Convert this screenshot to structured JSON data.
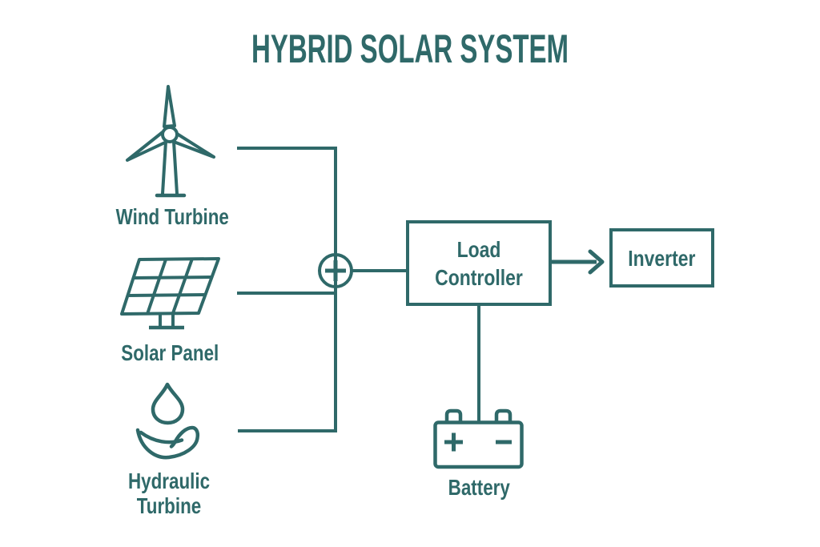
{
  "title": "HYBRID SOLAR SYSTEM",
  "colors": {
    "ink": "#2f6969",
    "background": "#ffffff"
  },
  "diagram": {
    "sources": [
      {
        "id": "wind",
        "label": "Wind Turbine",
        "icon": "wind-turbine-icon"
      },
      {
        "id": "solar",
        "label": "Solar Panel",
        "icon": "solar-panel-icon"
      },
      {
        "id": "hydraulic",
        "label": "Hydraulic Turbine",
        "icon": "water-drop-hand-icon"
      }
    ],
    "junction": {
      "symbol": "+",
      "icon": "plus-junction-icon"
    },
    "load_controller": {
      "label": "Load Controller"
    },
    "inverter": {
      "label": "Inverter"
    },
    "battery": {
      "label": "Battery",
      "positive_terminal": "+",
      "negative_terminal": "−",
      "icon": "battery-icon"
    },
    "connections": [
      {
        "from": "wind-turbine",
        "to": "plus-junction"
      },
      {
        "from": "solar-panel",
        "to": "plus-junction"
      },
      {
        "from": "hydraulic-turbine",
        "to": "plus-junction"
      },
      {
        "from": "plus-junction",
        "to": "load-controller"
      },
      {
        "from": "load-controller",
        "to": "inverter",
        "style": "arrow"
      },
      {
        "from": "load-controller",
        "to": "battery"
      }
    ]
  }
}
